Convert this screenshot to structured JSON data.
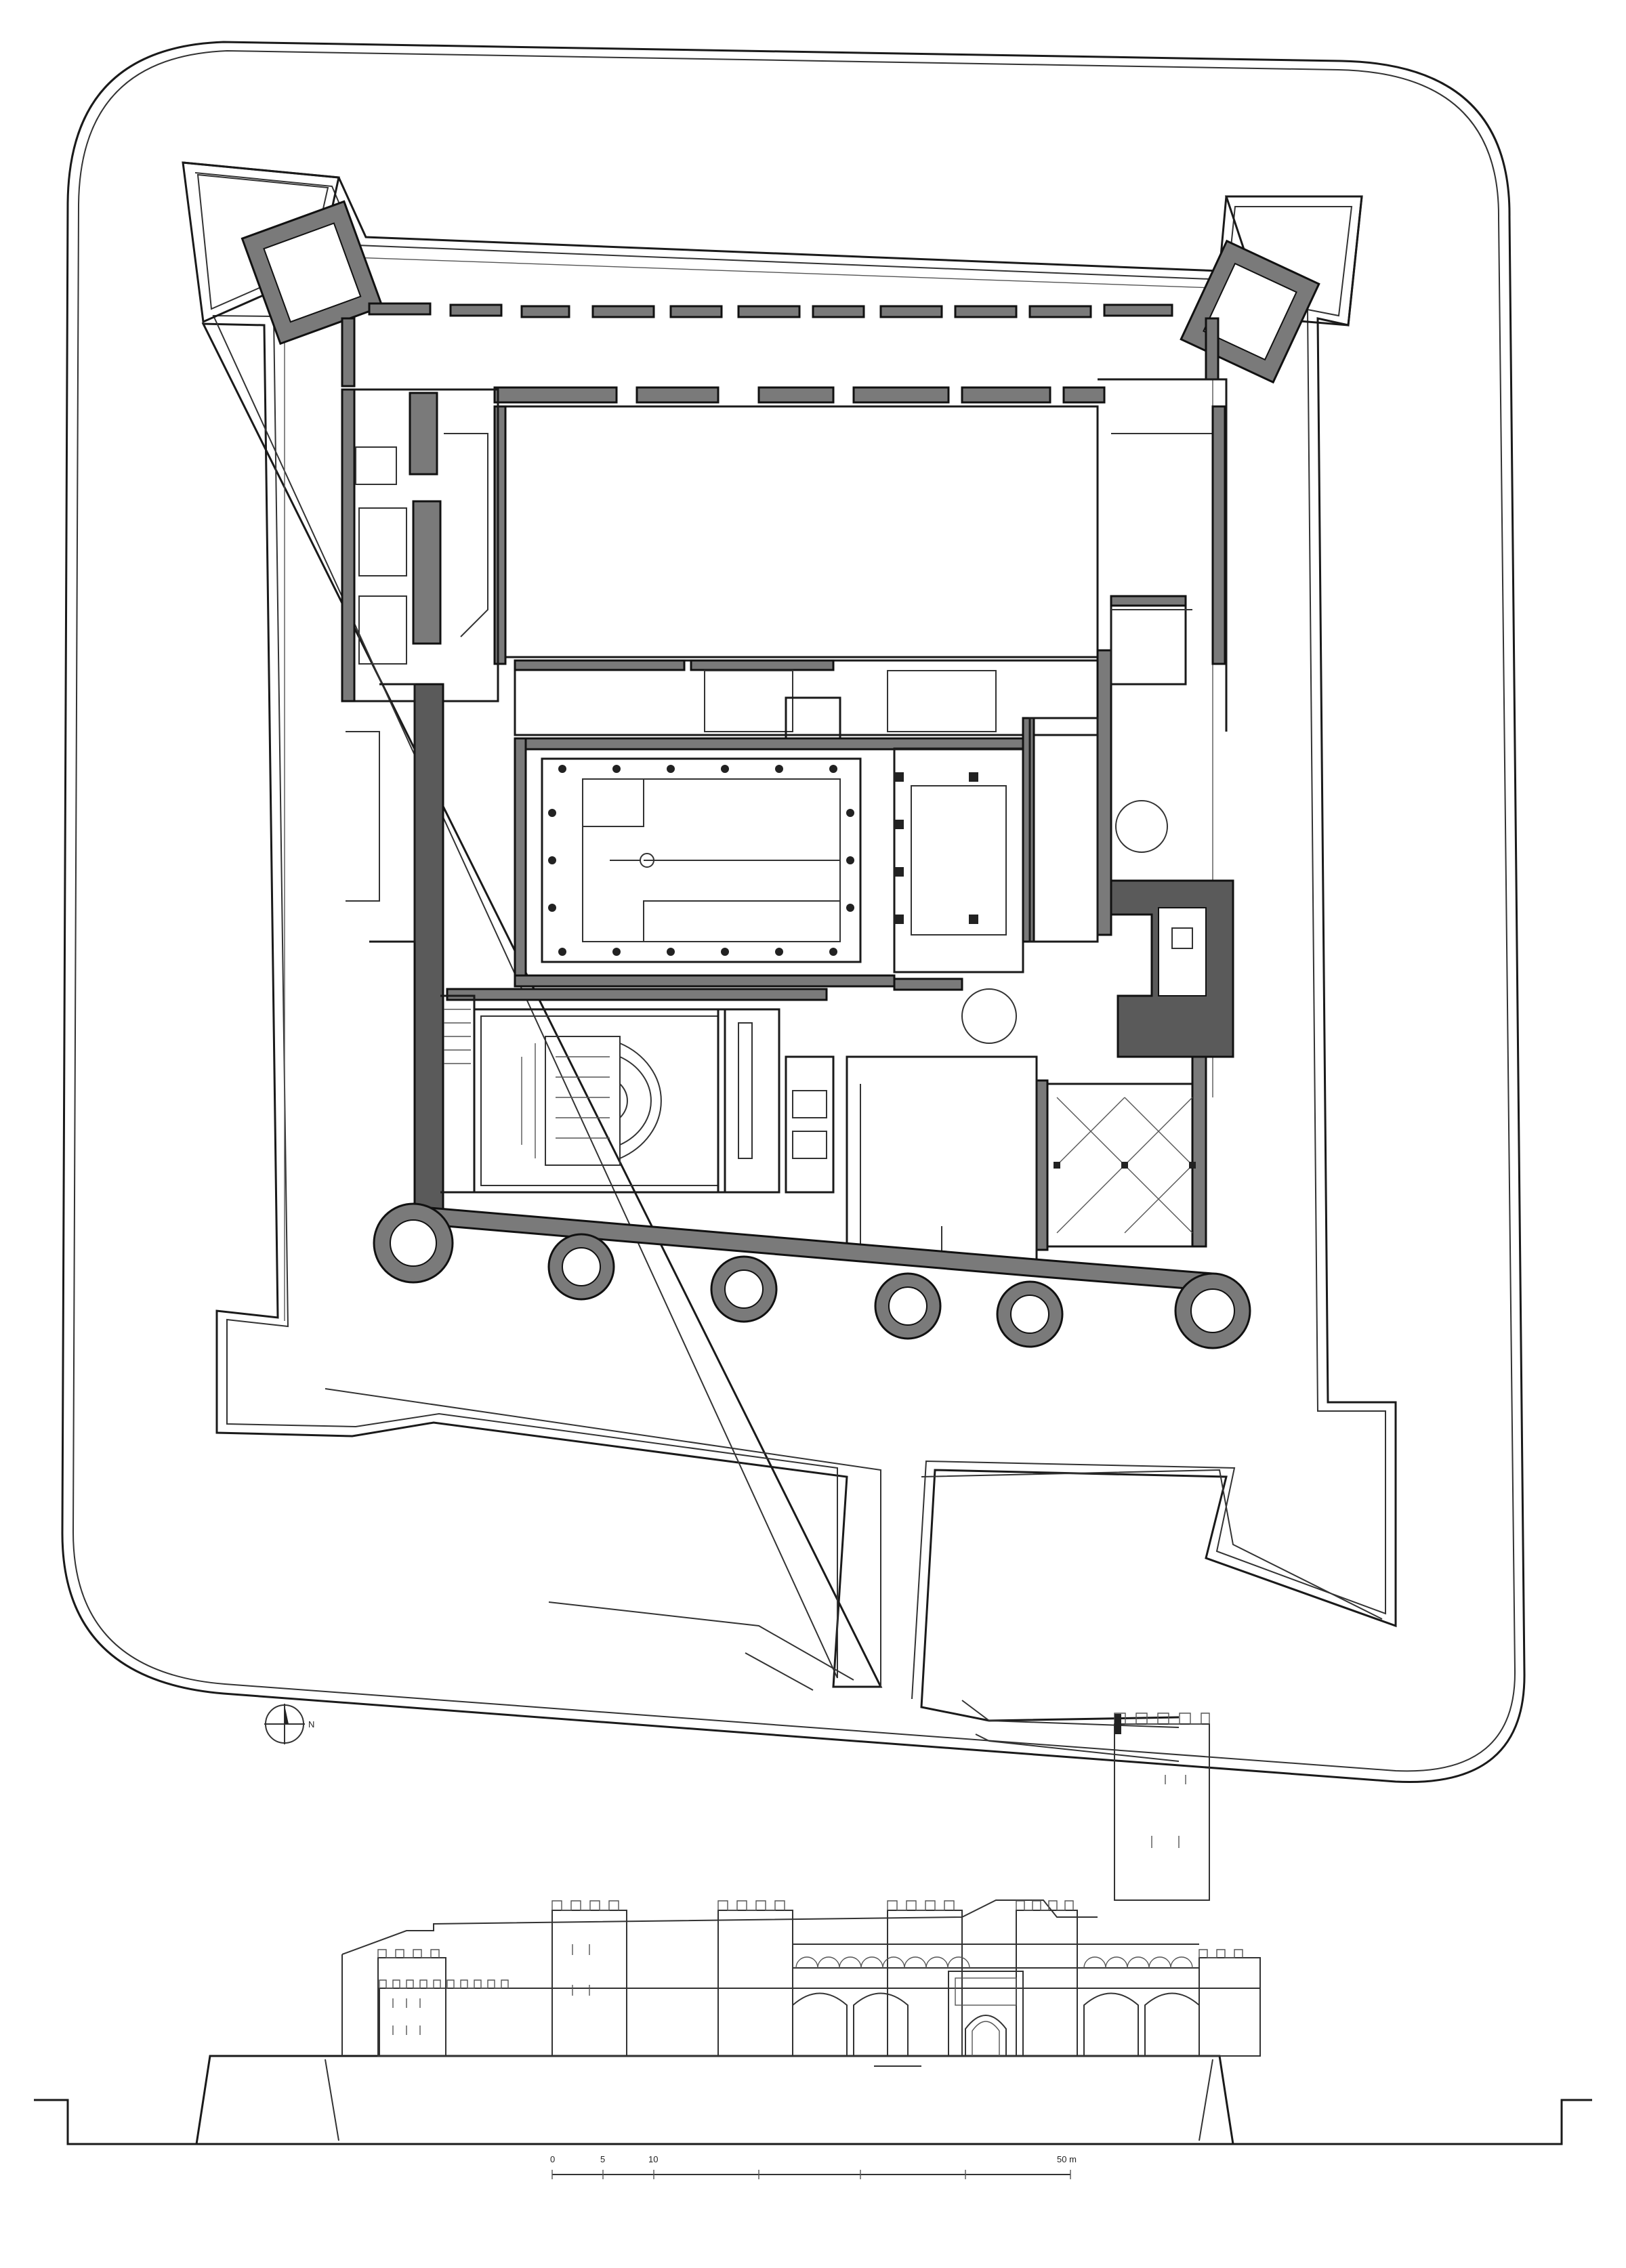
{
  "compass": {
    "north_letter": "N"
  },
  "scale_bar": {
    "ticks": [
      "0",
      "5",
      "10"
    ],
    "end_label": "50 m"
  },
  "colors": {
    "ink": "#1a1a1a",
    "wall_fill": "#7a7a7a",
    "background": "#ffffff"
  }
}
